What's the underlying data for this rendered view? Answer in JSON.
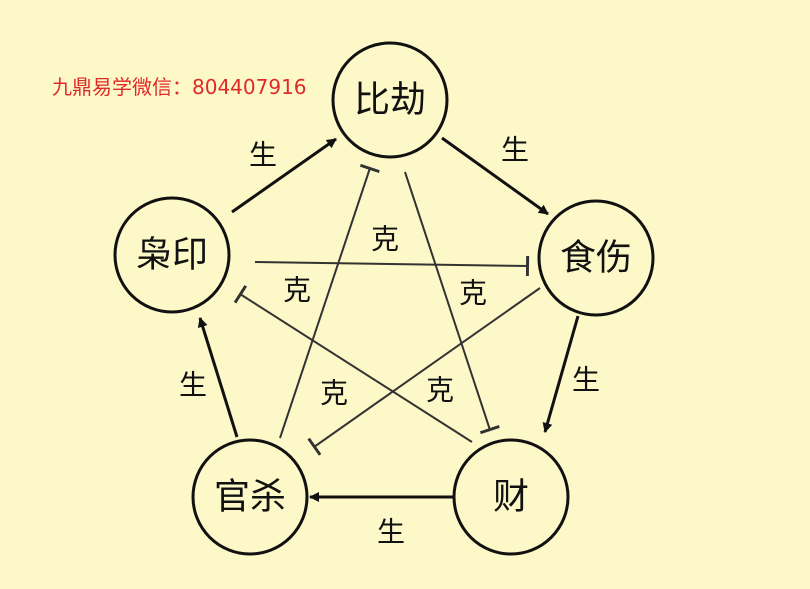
{
  "watermark": "九鼎易学微信：804407916",
  "nodes": {
    "bijie": "比劫",
    "shishang": "食伤",
    "cai": "财",
    "guansha": "官杀",
    "xiaoyin": "枭印"
  },
  "relations": {
    "generate": "生",
    "restrain": "克"
  },
  "colors": {
    "background": "#fdf8c8",
    "watermark": "#e02a2a",
    "line": "#111111"
  }
}
